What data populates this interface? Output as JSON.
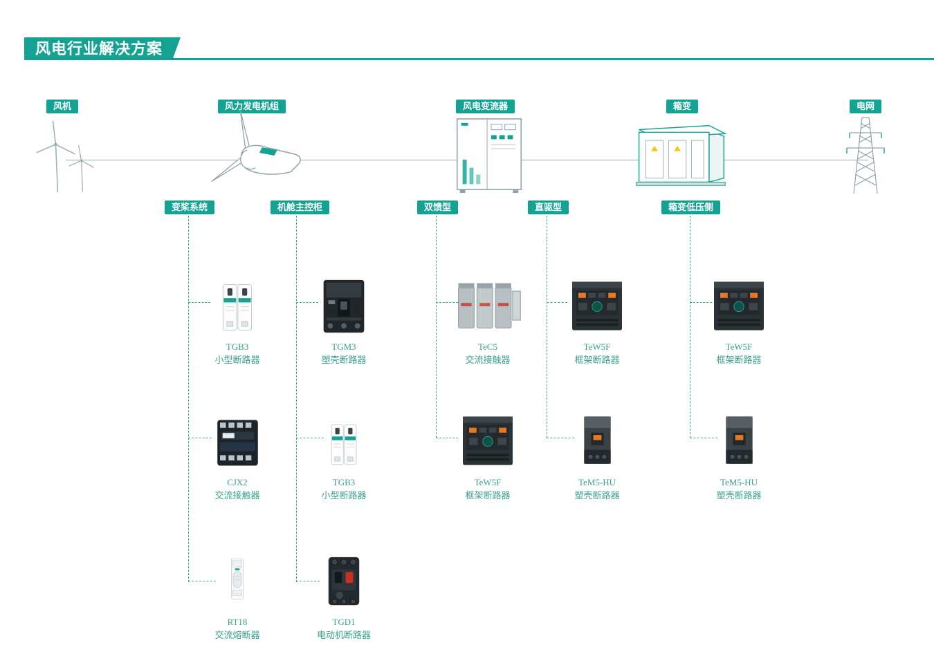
{
  "title": "风电行业解决方案",
  "colors": {
    "accent_teal": "#14a393",
    "label_teal": "#3aa08d",
    "dashed_line": "#2aa893",
    "warning_yellow": "#f5c518"
  },
  "stages": [
    {
      "label": "风机",
      "icon": "wind-turbine-icon"
    },
    {
      "label": "风力发电机组",
      "icon": "wind-generator-nacelle-icon"
    },
    {
      "label": "风电变流器",
      "icon": "converter-cabinet-icon"
    },
    {
      "label": "箱变",
      "icon": "box-substation-icon"
    },
    {
      "label": "电网",
      "icon": "transmission-tower-icon"
    }
  ],
  "categories": [
    {
      "label": "变桨系统",
      "products": [
        {
          "model": "TGB3",
          "name": "小型断路器",
          "icon": "miniature-circuit-breaker-icon"
        },
        {
          "model": "CJX2",
          "name": "交流接触器",
          "icon": "ac-contactor-icon"
        },
        {
          "model": "RT18",
          "name": "交流熔断器",
          "icon": "ac-fuse-icon"
        }
      ]
    },
    {
      "label": "机舱主控柜",
      "products": [
        {
          "model": "TGM3",
          "name": "塑壳断路器",
          "icon": "molded-case-breaker-icon"
        },
        {
          "model": "TGB3",
          "name": "小型断路器",
          "icon": "miniature-circuit-breaker-icon"
        },
        {
          "model": "TGD1",
          "name": "电动机断路器",
          "icon": "motor-circuit-breaker-icon"
        }
      ]
    },
    {
      "label": "双馈型",
      "products": [
        {
          "model": "TeC5",
          "name": "交流接触器",
          "icon": "ac-contactor-gray-icon"
        },
        {
          "model": "TeW5F",
          "name": "框架断路器",
          "icon": "air-circuit-breaker-icon"
        }
      ]
    },
    {
      "label": "直驱型",
      "products": [
        {
          "model": "TeW5F",
          "name": "框架断路器",
          "icon": "air-circuit-breaker-icon"
        },
        {
          "model": "TeM5-HU",
          "name": "塑壳断路器",
          "icon": "molded-case-breaker-orange-icon"
        }
      ]
    },
    {
      "label": "箱变低压侧",
      "products": [
        {
          "model": "TeW5F",
          "name": "框架断路器",
          "icon": "air-circuit-breaker-icon"
        },
        {
          "model": "TeM5-HU",
          "name": "塑壳断路器",
          "icon": "molded-case-breaker-orange-icon"
        }
      ]
    }
  ]
}
